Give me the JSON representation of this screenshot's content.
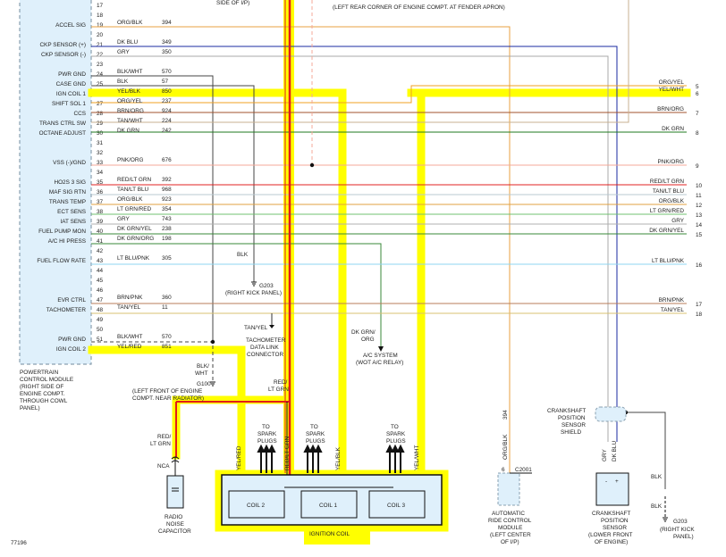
{
  "top": {
    "partial_top": "SIDE OF I/P)",
    "fender_note": "(LEFT REAR CORNER OF ENGINE COMPT. AT FENDER APRON)"
  },
  "pcm": {
    "name": "POWERTRAIN CONTROL MODULE (RIGHT SIDE OF ENGINE COMPT. THROUGH COWL PANEL)",
    "label_lines": [
      "POWERTRAIN",
      "CONTROL MODULE",
      "(RIGHT SIDE OF",
      "ENGINE COMPT.",
      "THROUGH COWL",
      "PANEL)"
    ],
    "pin_labels": [
      {
        "pin": "17",
        "label": ""
      },
      {
        "pin": "18",
        "label": ""
      },
      {
        "pin": "19",
        "label": "ACCEL SIG"
      },
      {
        "pin": "20",
        "label": ""
      },
      {
        "pin": "21",
        "label": "CKP SENSOR (+)"
      },
      {
        "pin": "22",
        "label": "CKP SENSOR (-)"
      },
      {
        "pin": "23",
        "label": ""
      },
      {
        "pin": "24",
        "label": "PWR GND"
      },
      {
        "pin": "25",
        "label": "CASE GND"
      },
      {
        "pin": "26",
        "label": "IGN COIL 1"
      },
      {
        "pin": "27",
        "label": "SHIFT SOL 1"
      },
      {
        "pin": "28",
        "label": "CCS"
      },
      {
        "pin": "29",
        "label": "TRANS CTRL SW"
      },
      {
        "pin": "30",
        "label": "OCTANE ADJUST"
      },
      {
        "pin": "31",
        "label": ""
      },
      {
        "pin": "32",
        "label": ""
      },
      {
        "pin": "33",
        "label": "VSS (-)/GND"
      },
      {
        "pin": "34",
        "label": ""
      },
      {
        "pin": "35",
        "label": "HO2S 3 SIG"
      },
      {
        "pin": "36",
        "label": "MAF SIG RTN"
      },
      {
        "pin": "37",
        "label": "TRANS TEMP"
      },
      {
        "pin": "38",
        "label": "ECT SENS"
      },
      {
        "pin": "39",
        "label": "IAT SENS"
      },
      {
        "pin": "40",
        "label": "FUEL PUMP MON"
      },
      {
        "pin": "41",
        "label": "A/C HI PRESS"
      },
      {
        "pin": "42",
        "label": ""
      },
      {
        "pin": "43",
        "label": "FUEL FLOW RATE"
      },
      {
        "pin": "44",
        "label": ""
      },
      {
        "pin": "45",
        "label": ""
      },
      {
        "pin": "46",
        "label": ""
      },
      {
        "pin": "47",
        "label": "EVR CTRL"
      },
      {
        "pin": "48",
        "label": "TACHOMETER"
      },
      {
        "pin": "49",
        "label": ""
      },
      {
        "pin": "50",
        "label": ""
      },
      {
        "pin": "51",
        "label": "PWR GND"
      },
      {
        "pin": "52",
        "label": "IGN COIL 2"
      }
    ]
  },
  "circuits": [
    {
      "pin": "19",
      "color": "ORG/BLK",
      "circuit": "394"
    },
    {
      "pin": "21",
      "color": "DK BLU",
      "circuit": "349"
    },
    {
      "pin": "22",
      "color": "GRY",
      "circuit": "350"
    },
    {
      "pin": "24",
      "color": "BLK/WHT",
      "circuit": "570"
    },
    {
      "pin": "25",
      "color": "BLK",
      "circuit": "57"
    },
    {
      "pin": "26",
      "color": "YEL/BLK",
      "circuit": "850"
    },
    {
      "pin": "27",
      "color": "ORG/YEL",
      "circuit": "237"
    },
    {
      "pin": "28",
      "color": "BRN/ORG",
      "circuit": "924"
    },
    {
      "pin": "29",
      "color": "TAN/WHT",
      "circuit": "224"
    },
    {
      "pin": "30",
      "color": "DK GRN",
      "circuit": "242"
    },
    {
      "pin": "33",
      "color": "PNK/ORG",
      "circuit": "676"
    },
    {
      "pin": "35",
      "color": "RED/LT GRN",
      "circuit": "392"
    },
    {
      "pin": "36",
      "color": "TAN/LT BLU",
      "circuit": "968"
    },
    {
      "pin": "37",
      "color": "ORG/BLK",
      "circuit": "923"
    },
    {
      "pin": "38",
      "color": "LT GRN/RED",
      "circuit": "354"
    },
    {
      "pin": "39",
      "color": "GRY",
      "circuit": "743"
    },
    {
      "pin": "40",
      "color": "DK GRN/YEL",
      "circuit": "238"
    },
    {
      "pin": "41",
      "color": "DK GRN/ORG",
      "circuit": "198"
    },
    {
      "pin": "43",
      "color": "LT BLU/PNK",
      "circuit": "305"
    },
    {
      "pin": "47",
      "color": "BRN/PNK",
      "circuit": "360"
    },
    {
      "pin": "48",
      "color": "TAN/YEL",
      "circuit": "11"
    },
    {
      "pin": "51",
      "color": "BLK/WHT",
      "circuit": "570"
    },
    {
      "pin": "52",
      "color": "YEL/RED",
      "circuit": "851"
    }
  ],
  "right_connector": [
    {
      "pin": "5",
      "color": "ORG/YEL"
    },
    {
      "pin": "6",
      "color": "YEL/WHT"
    },
    {
      "pin": "7",
      "color": "BRN/ORG"
    },
    {
      "pin": "8",
      "color": "DK GRN"
    },
    {
      "pin": "9",
      "color": "PNK/ORG"
    },
    {
      "pin": "10",
      "color": "RED/LT GRN"
    },
    {
      "pin": "11",
      "color": "TAN/LT BLU"
    },
    {
      "pin": "12",
      "color": "ORG/BLK"
    },
    {
      "pin": "13",
      "color": "LT GRN/RED"
    },
    {
      "pin": "14",
      "color": "GRY"
    },
    {
      "pin": "15",
      "color": "DK GRN/YEL"
    },
    {
      "pin": "16",
      "color": "LT BLU/PNK"
    },
    {
      "pin": "17",
      "color": "BRN/PNK"
    },
    {
      "pin": "18",
      "color": "TAN/YEL"
    }
  ],
  "labels": {
    "blk_wire": "BLK",
    "g203_left": "G203",
    "g203_left_loc": "(RIGHT KICK PANEL)",
    "tan_yel": "TAN/YEL",
    "tach_conn": [
      "TACHOMETER",
      "DATA LINK",
      "CONNECTOR"
    ],
    "dk_grn_org": [
      "DK GRN/",
      "ORG"
    ],
    "ac_system": [
      "A/C SYSTEM",
      "(WOT A/C RELAY)"
    ],
    "blk_wht_left": [
      "BLK/",
      "WHT"
    ],
    "g100": "G100",
    "g100_loc": [
      "(LEFT FRONT OF ENGINE",
      "COMPT. NEAR RADIATOR)"
    ],
    "red_lt_grn_center": [
      "RED/",
      "LT GRN"
    ],
    "red_lt_grn_left": [
      "RED/",
      "LT GRN"
    ],
    "nca": "NCA",
    "radio_cap": [
      "RADIO",
      "NOISE",
      "CAPACITOR"
    ],
    "to_spark_plugs": [
      "TO",
      "SPARK",
      "PLUGS"
    ],
    "coil_wire_labels": [
      "YEL/RED",
      "RED/LT GRN",
      "YEL/BLK",
      "YEL/WHT"
    ],
    "coils": [
      "COIL 2",
      "COIL 1",
      "COIL 3"
    ],
    "ignition_coil": "IGNITION COIL",
    "org_blk_394": [
      "ORG/BLK",
      "394"
    ],
    "arc_pin": "6",
    "c2001": "C2001",
    "arc_module": [
      "AUTOMATIC",
      "RIDE CONTROL",
      "MODULE",
      "(LEFT CENTER",
      "OF I/P)"
    ],
    "ckp_shield": [
      "CRANKSHAFT",
      "POSITION",
      "SENSOR",
      "SHIELD"
    ],
    "gry": "GRY",
    "dk_blu": "DK BLU",
    "minus": "-",
    "plus": "+",
    "ckp_sensor": [
      "CRANKSHAFT",
      "POSITION",
      "SENSOR",
      "(LOWER FRONT",
      "OF ENGINE)"
    ],
    "blk_right_1": "BLK",
    "blk_right_2": "BLK",
    "g203_right": "G203",
    "g203_right_loc": [
      "(RIGHT KICK",
      "PANEL)"
    ],
    "figure_id": "77196"
  },
  "colors": {
    "highlight": "#ffff00",
    "red_wire": "#e21b1b",
    "black_wire": "#111111"
  }
}
